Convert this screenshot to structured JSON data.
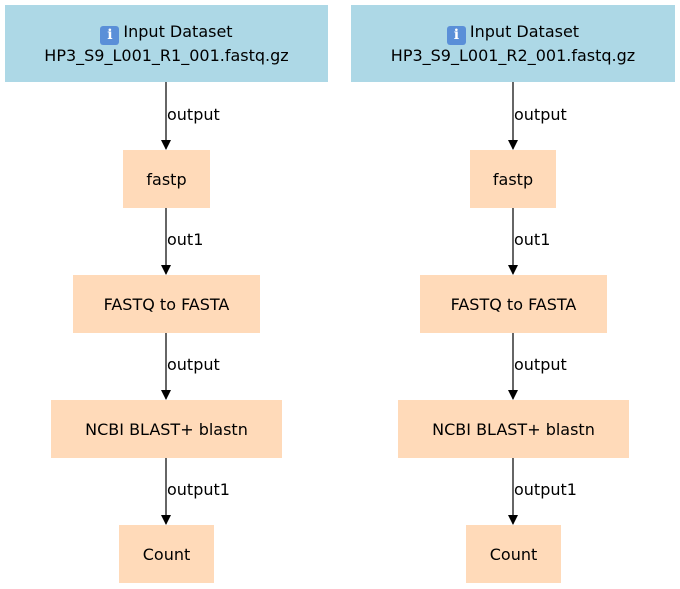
{
  "columns": [
    {
      "input": {
        "title": "Input Dataset",
        "filename": "HP3_S9_L001_R1_001.fastq.gz"
      },
      "steps": [
        {
          "edge_label": "output",
          "tool": "fastp"
        },
        {
          "edge_label": "out1",
          "tool": "FASTQ to FASTA"
        },
        {
          "edge_label": "output",
          "tool": "NCBI BLAST+ blastn"
        },
        {
          "edge_label": "output1",
          "tool": "Count"
        }
      ]
    },
    {
      "input": {
        "title": "Input Dataset",
        "filename": "HP3_S9_L001_R2_001.fastq.gz"
      },
      "steps": [
        {
          "edge_label": "output",
          "tool": "fastp"
        },
        {
          "edge_label": "out1",
          "tool": "FASTQ to FASTA"
        },
        {
          "edge_label": "output",
          "tool": "NCBI BLAST+ blastn"
        },
        {
          "edge_label": "output1",
          "tool": "Count"
        }
      ]
    }
  ],
  "icons": {
    "input": "info-icon"
  },
  "colors": {
    "input_fill": "#add8e6",
    "tool_fill": "#ffdab9",
    "edge": "#000000"
  }
}
